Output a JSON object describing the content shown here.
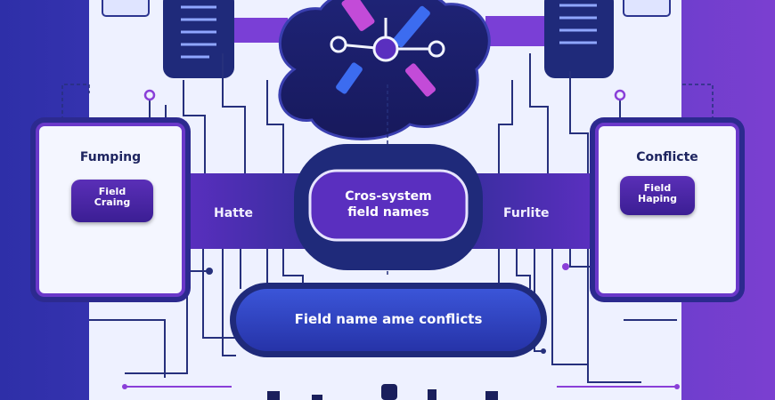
{
  "left_card": {
    "title": "Fumping",
    "chip_line1": "Field",
    "chip_line2": "Craing"
  },
  "right_card": {
    "title": "Conflicte",
    "chip_line1": "Field",
    "chip_line2": "Haping"
  },
  "band": {
    "left_label": "Hatte",
    "right_label": "Furlite"
  },
  "center_pill": {
    "line1": "Cros-system",
    "line2": "field names"
  },
  "bottom_pill": {
    "label": "Field name ame conflicts"
  },
  "colors": {
    "background": "#3b2fb0",
    "panel": "#eef1ff",
    "navy": "#1f2a7a",
    "purple": "#6a38c9",
    "violet_accent": "#8a3fd8"
  }
}
